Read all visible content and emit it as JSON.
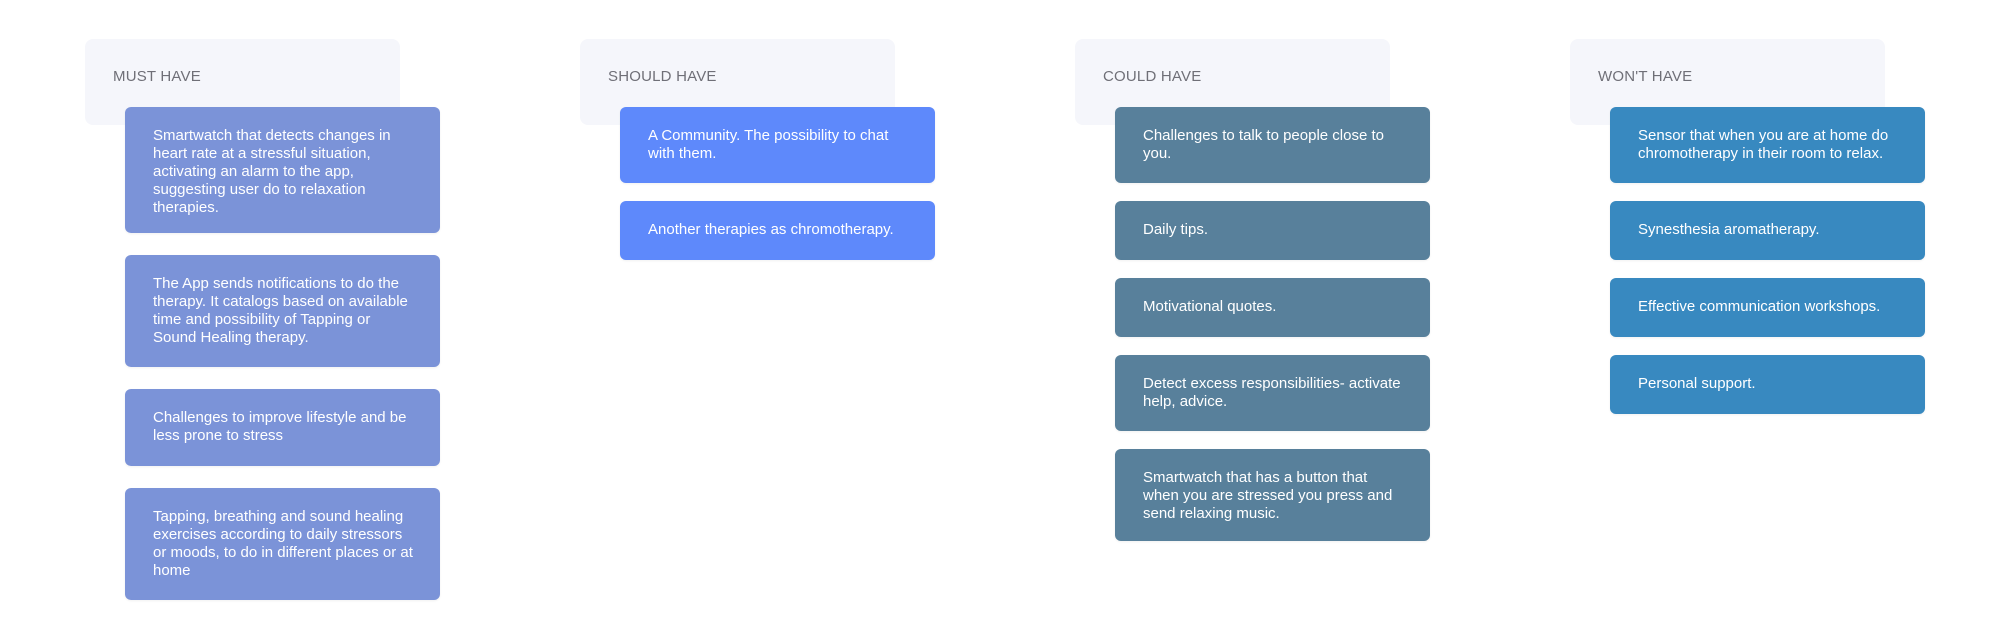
{
  "columns": [
    {
      "title": "MUST HAVE",
      "color": "#7b93d8",
      "cards": [
        "Smartwatch that detects changes in heart rate at a stressful situation, activating an alarm to the app, suggesting user do to relaxation therapies.",
        "The App sends notifications to do the therapy. It catalogs based on available time and possibility of Tapping or Sound Healing therapy.",
        "Challenges to improve lifestyle and be less prone to stress",
        "Tapping, breathing and sound healing exercises according to daily stressors or moods, to do in different places or at home"
      ]
    },
    {
      "title": "SHOULD HAVE",
      "color": "#5e89fb",
      "cards": [
        "A Community. The possibility to chat with them.",
        "Another therapies as chromotherapy."
      ]
    },
    {
      "title": "COULD HAVE",
      "color": "#58809b",
      "cards": [
        "Challenges to talk to people close to you.",
        "Daily tips.",
        "Motivational quotes.",
        "Detect excess responsibilities- activate help, advice.",
        "Smartwatch that has a button that when you are stressed you press and send relaxing music."
      ]
    },
    {
      "title": "WON'T HAVE",
      "color": "#3889c0",
      "cards": [
        "Sensor that when you are at home do chromotherapy in their room to relax.",
        "Synesthesia aromatherapy.",
        "Effective communication workshops.",
        "Personal support."
      ]
    }
  ]
}
